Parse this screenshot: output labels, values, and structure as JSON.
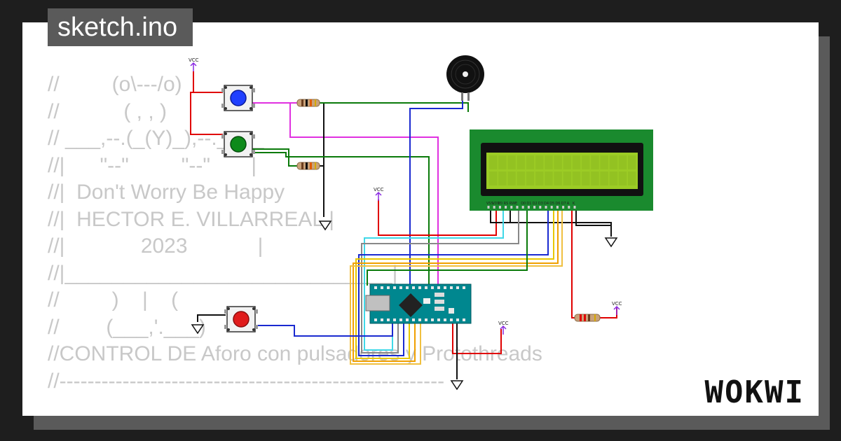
{
  "header": {
    "title": "sketch.ino"
  },
  "brand": {
    "name": "WOKWI"
  },
  "code_lines": [
    "//         (o\\---/o)",
    "//           ( , , )",
    "// ___,--.(_(Y)_),--.____",
    "//|      \"--\"         \"--\"       |",
    "//|  Don't Worry Be Happy",
    "//|  HECTOR E. VILLARREAL |",
    "//|             2023            |",
    "//|____________________________|",
    "//         )    |    (",
    "//        (___,'.___)",
    "//CONTROL DE Aforo con pulsadores y Protothreads",
    "//-------------------------------------------------------"
  ],
  "power": {
    "vcc_label": "VCC"
  },
  "lcd": {
    "pins": [
      "VSS",
      "VDD",
      "V0",
      "RS",
      "RW",
      "E",
      "D0",
      "D1",
      "D2",
      "D3",
      "D4",
      "D5",
      "D6",
      "D7",
      "A",
      "K"
    ]
  },
  "colors": {
    "background": "#1e1e1e",
    "card": "#ffffff",
    "shadow": "#5a5a5a",
    "code_text": "#c8c8c8",
    "lcd_board": "#1a8a2e",
    "lcd_screen": "#9ccc25",
    "arduino": "#00878f",
    "button_blue": "#1f3fff",
    "button_green": "#0d8a1a",
    "button_red": "#e01b1b"
  },
  "icons": {
    "ground": "ground-symbol-icon",
    "vcc": "vcc-arrow-icon",
    "buzzer": "buzzer-icon"
  }
}
